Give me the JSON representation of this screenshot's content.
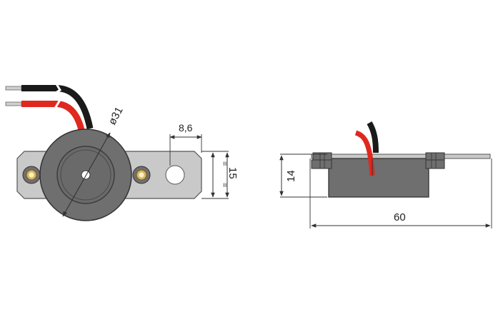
{
  "dimensions": {
    "diameter": "ø31",
    "hole_spacing": "8,6",
    "plate_height": "15",
    "equal_mark_top": "=",
    "equal_mark_bottom": "=",
    "body_height": "14",
    "total_length": "60"
  },
  "colors": {
    "body": "#6f6f6f",
    "body_dark": "#555555",
    "plate": "#c9c9c9",
    "wire_red": "#e0281e",
    "wire_black": "#1a1a1a",
    "wire_tip": "#cfcfcf",
    "brass": "#c8a24a",
    "line": "#333333"
  }
}
